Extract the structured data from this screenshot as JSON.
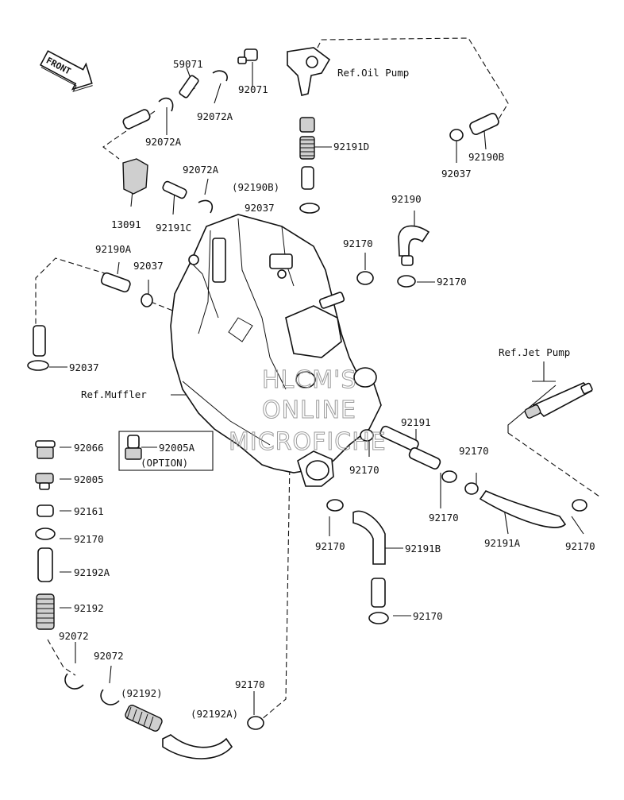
{
  "front_arrow": "FRONT",
  "refs": {
    "oil_pump": "Ref.Oil Pump",
    "jet_pump": "Ref.Jet Pump",
    "muffler": "Ref.Muffler"
  },
  "option_label": "(OPTION)",
  "watermark": [
    "HLCM'S",
    "ONLINE",
    "MICROFICHE"
  ],
  "part_labels": [
    "59071",
    "92071",
    "92072A",
    "92072A",
    "13091",
    "92191C",
    "92072A",
    "92191D",
    "(92190B)",
    "92037",
    "92037",
    "92190B",
    "92190",
    "92190A",
    "92037",
    "92170",
    "92170",
    "92037",
    "92066",
    "92005A",
    "92005",
    "92161",
    "92170",
    "92192A",
    "92192",
    "92072",
    "92072",
    "(92192)",
    "(92192A)",
    "92170",
    "92191",
    "92170",
    "92170",
    "92170",
    "92170",
    "92191B",
    "92170",
    "92191A",
    "92170"
  ]
}
